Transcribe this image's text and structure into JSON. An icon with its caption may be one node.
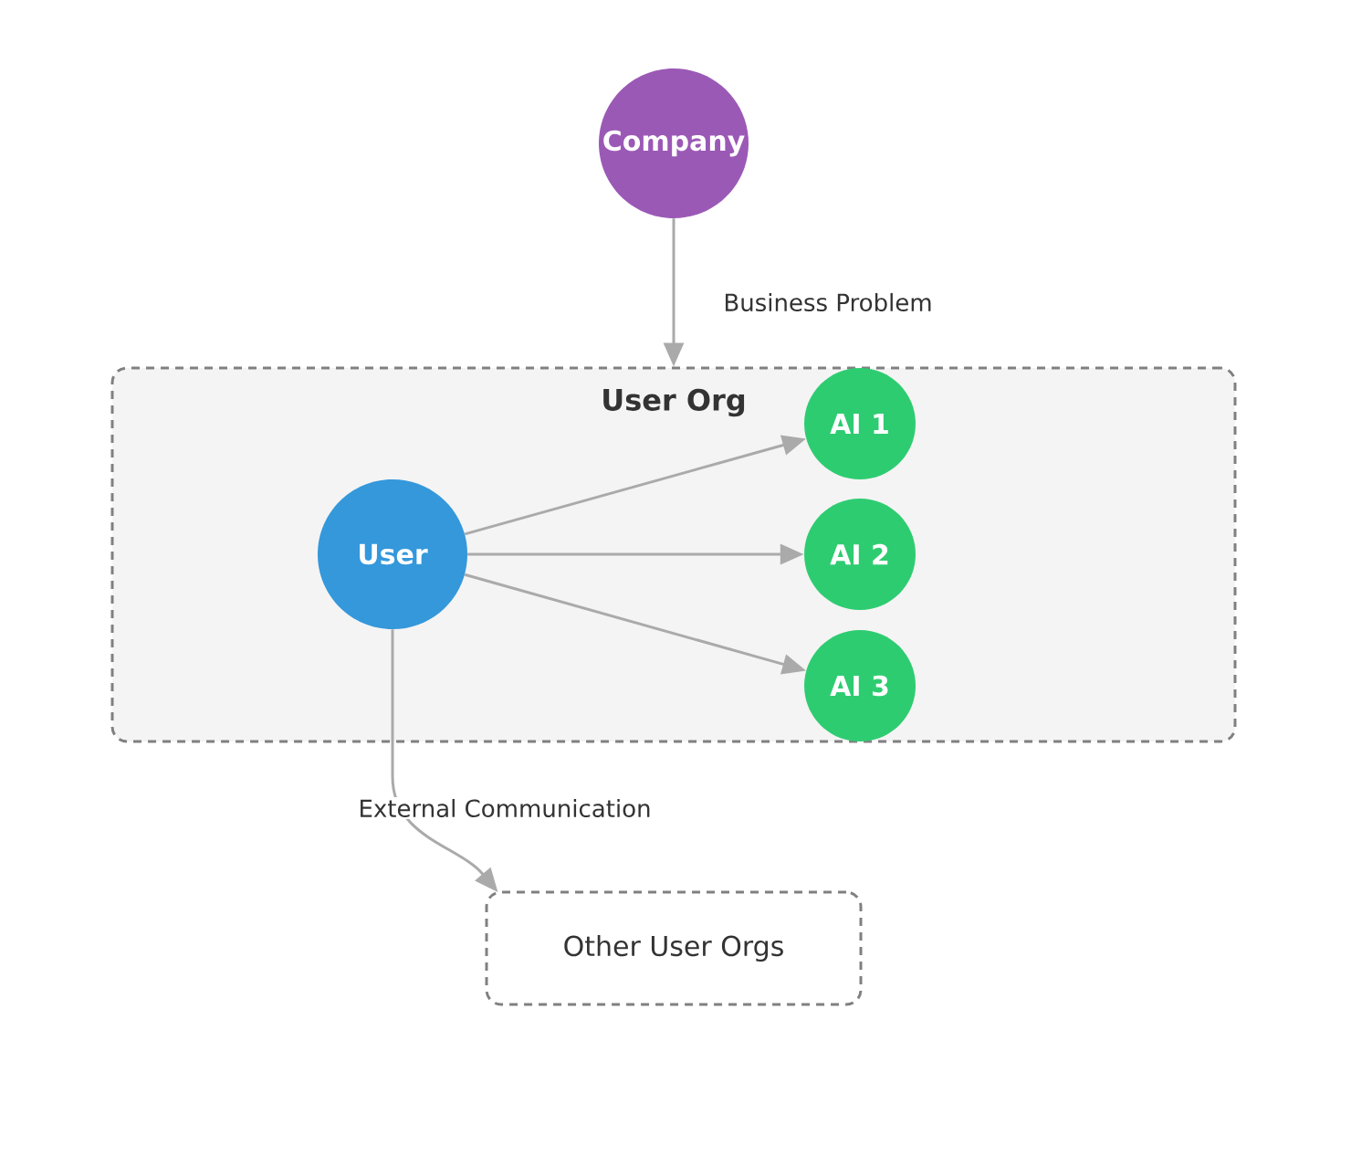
{
  "diagram": {
    "nodes": [
      {
        "text": [
          "Company"
        ]
      },
      {
        "text": [
          "User Org"
        ]
      },
      {
        "text": [
          "User"
        ],
        "in": 1
      },
      {
        "text": [
          "AI 1"
        ],
        "in": 1
      },
      {
        "text": [
          "AI 2"
        ],
        "in": 1
      },
      {
        "text": [
          "AI 3"
        ],
        "in": 1
      },
      {
        "text": [
          "Other User Orgs"
        ]
      }
    ],
    "edges": [
      {
        "from": 0,
        "to": 1,
        "arrow": "to",
        "label": "Business Problem"
      },
      {
        "from": 2,
        "to": 3,
        "arrow": "to"
      },
      {
        "from": 2,
        "to": 4,
        "arrow": "to"
      },
      {
        "from": 2,
        "to": 5,
        "arrow": "to"
      },
      {
        "from": 2,
        "to": 6,
        "arrow": "to",
        "label": "External Communication"
      }
    ]
  }
}
